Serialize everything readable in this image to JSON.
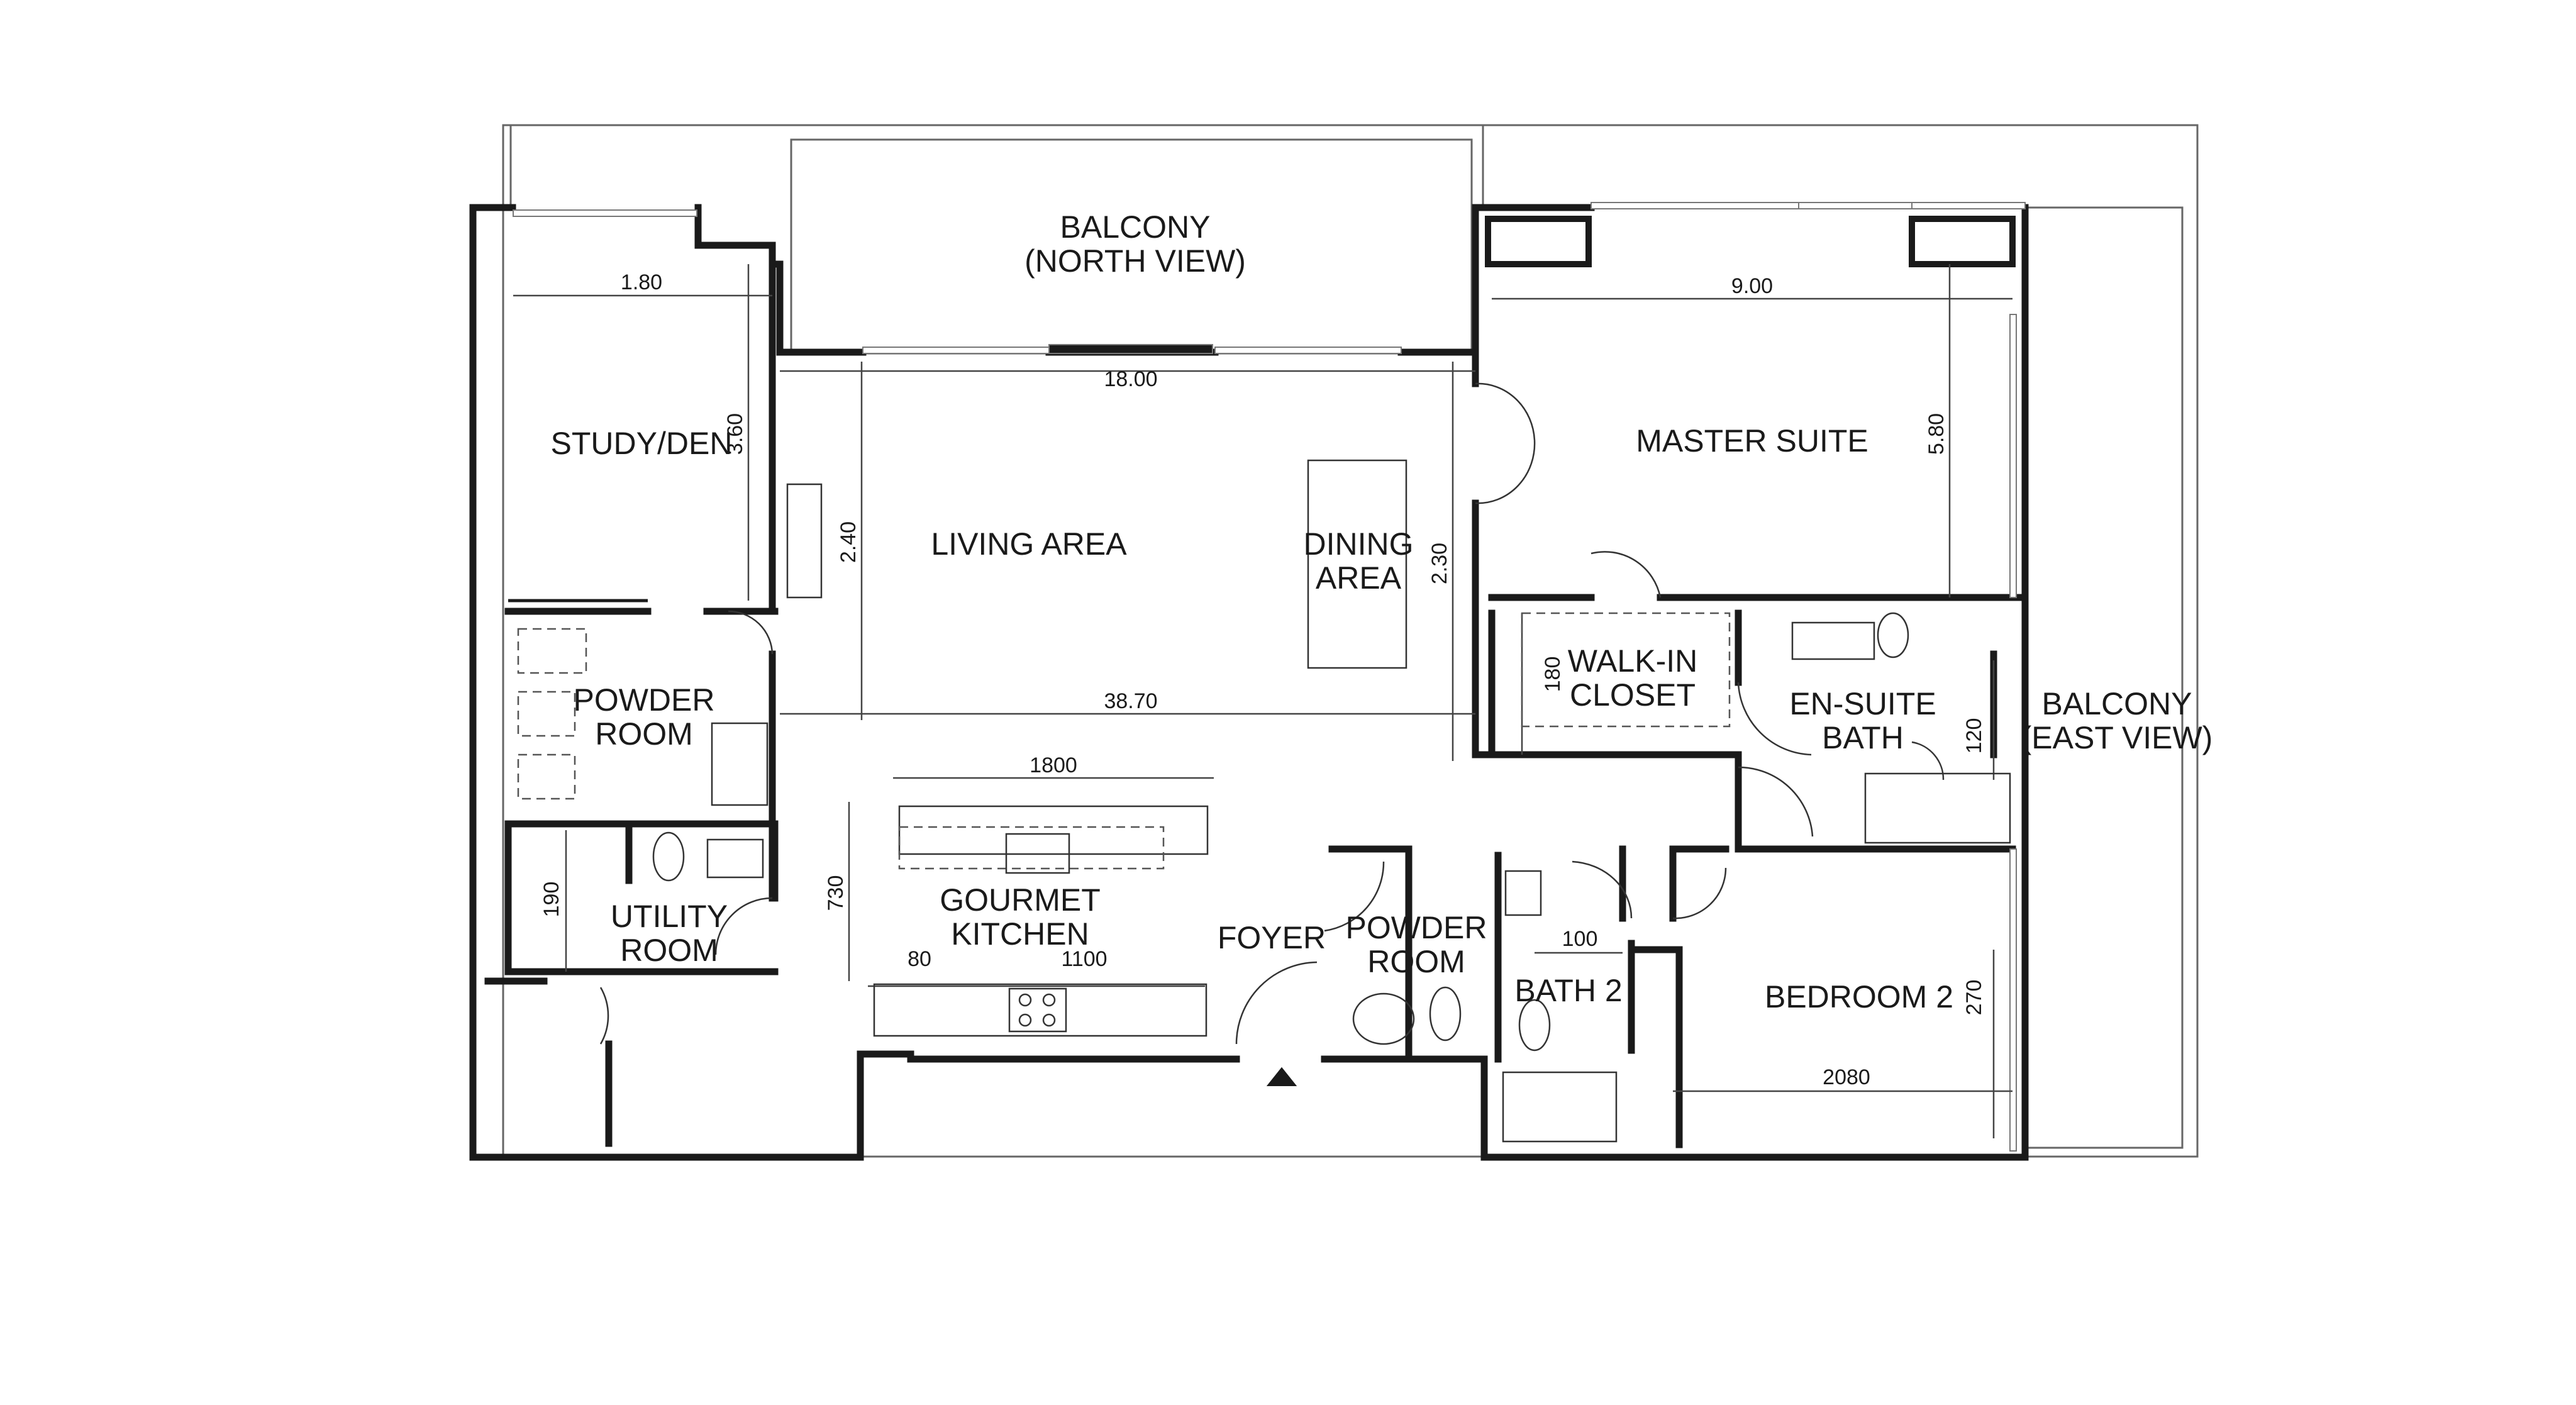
{
  "rooms": {
    "balcony_north_1": "BALCONY",
    "balcony_north_2": "(NORTH VIEW)",
    "study": "STUDY/DEN",
    "living": "LIVING AREA",
    "dining_1": "DINING",
    "dining_2": "AREA",
    "master": "MASTER SUITE",
    "powder_left_1": "POWDER",
    "powder_left_2": "ROOM",
    "utility_1": "UTILITY",
    "utility_2": "ROOM",
    "kitchen_1": "GOURMET",
    "kitchen_2": "KITCHEN",
    "foyer": "FOYER",
    "powder_right_1": "POWDER",
    "powder_right_2": "ROOM",
    "walkin_1": "WALK-IN",
    "walkin_2": "CLOSET",
    "ensuite_1": "EN-SUITE",
    "ensuite_2": "BATH",
    "balcony_east_1": "BALCONY",
    "balcony_east_2": "(EAST VIEW)",
    "bath2": "BATH 2",
    "bedroom2": "BEDROOM 2"
  },
  "dimensions": {
    "study_width": "1.80",
    "study_depth": "3.60",
    "living_width": "18.00",
    "living_left": "2.40",
    "living_right": "2.30",
    "living_bottom": "38.70",
    "master_width": "9.00",
    "master_depth": "5.80",
    "kitchen_island": "1800",
    "kitchen_depth": "730",
    "kitchen_small": "80",
    "kitchen_counter": "1100",
    "utility_depth": "190",
    "walkin_depth": "180",
    "ensuite_depth": "120",
    "bath2_width": "100",
    "bedroom2_depth": "270",
    "bedroom2_width": "2080"
  }
}
